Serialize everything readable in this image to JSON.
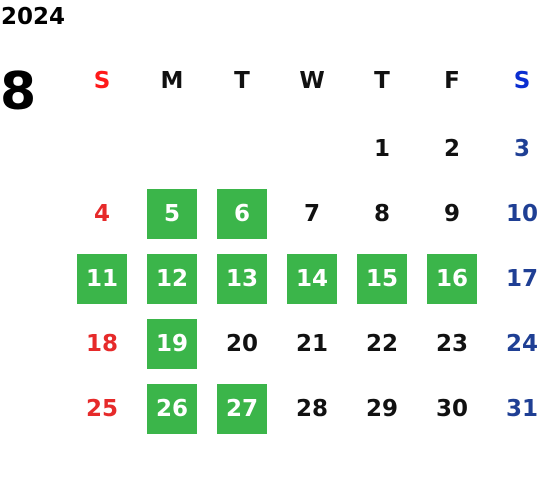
{
  "calendar": {
    "year": "2024",
    "month": "8",
    "weekdays": [
      "S",
      "M",
      "T",
      "W",
      "T",
      "F",
      "S"
    ],
    "weeks": [
      [
        {
          "day": ""
        },
        {
          "day": ""
        },
        {
          "day": ""
        },
        {
          "day": ""
        },
        {
          "day": "1"
        },
        {
          "day": "2"
        },
        {
          "day": "3"
        }
      ],
      [
        {
          "day": "4"
        },
        {
          "day": "5",
          "highlighted": true
        },
        {
          "day": "6",
          "highlighted": true
        },
        {
          "day": "7"
        },
        {
          "day": "8"
        },
        {
          "day": "9"
        },
        {
          "day": "10"
        }
      ],
      [
        {
          "day": "11",
          "highlighted": true
        },
        {
          "day": "12",
          "highlighted": true
        },
        {
          "day": "13",
          "highlighted": true
        },
        {
          "day": "14",
          "highlighted": true
        },
        {
          "day": "15",
          "highlighted": true
        },
        {
          "day": "16",
          "highlighted": true
        },
        {
          "day": "17"
        }
      ],
      [
        {
          "day": "18"
        },
        {
          "day": "19",
          "highlighted": true
        },
        {
          "day": "20"
        },
        {
          "day": "21"
        },
        {
          "day": "22"
        },
        {
          "day": "23"
        },
        {
          "day": "24"
        }
      ],
      [
        {
          "day": "25"
        },
        {
          "day": "26",
          "highlighted": true
        },
        {
          "day": "27",
          "highlighted": true
        },
        {
          "day": "28"
        },
        {
          "day": "29"
        },
        {
          "day": "30"
        },
        {
          "day": "31"
        }
      ]
    ]
  },
  "colors": {
    "highlight": "#3bb54a",
    "sunday": "#e62a2a",
    "saturday": "#1f3f94",
    "text": "#111111"
  }
}
